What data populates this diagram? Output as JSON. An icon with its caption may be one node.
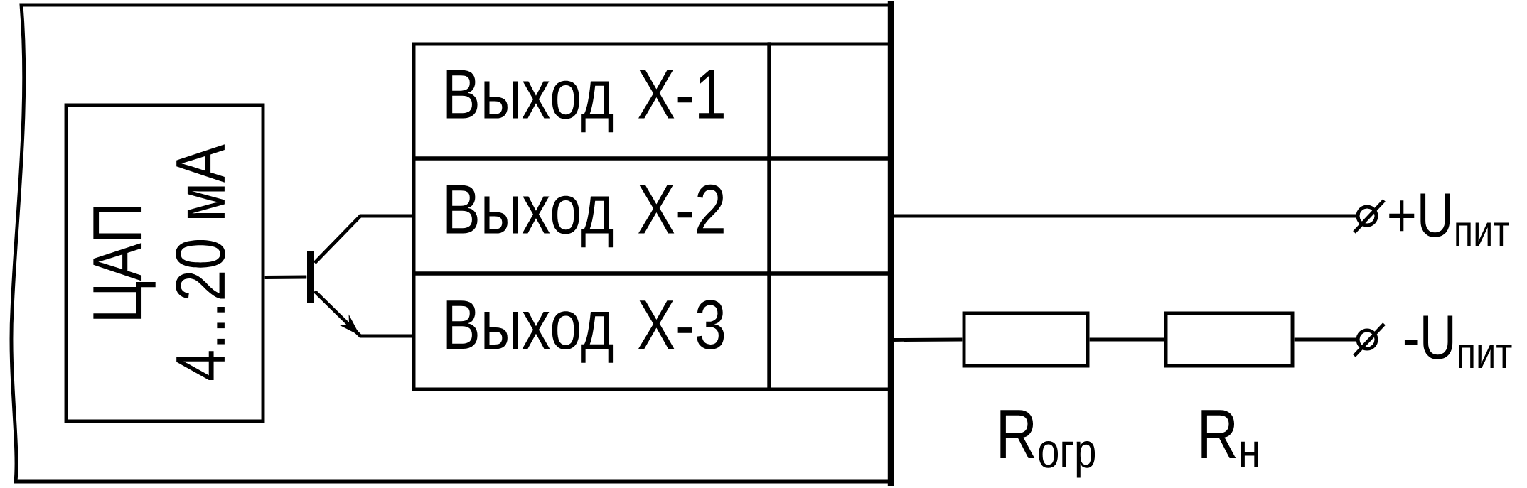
{
  "diagram": {
    "nodes": [
      {
        "text": [],
        "shape": "box"
      },
      {
        "text": [
          "ЦАП",
          "4...20 мА"
        ],
        "in": 0
      },
      {
        "text": [],
        "shape": "transistor",
        "in": 0
      },
      {
        "text": [
          "Выход Х-1"
        ],
        "in": 0
      },
      {
        "text": [
          "Выход Х-2"
        ],
        "in": 0
      },
      {
        "text": [
          "Выход Х-3"
        ],
        "in": 0
      },
      {
        "text": [],
        "shape": "box",
        "in": 0
      },
      {
        "text": [],
        "shape": "box",
        "in": 0
      },
      {
        "text": [],
        "shape": "box",
        "in": 0
      },
      {
        "text": [],
        "shape": "circle",
        "beside": [
          "+U$_{пит}$"
        ]
      },
      {
        "text": [],
        "shape": "circle",
        "beside": [
          "-U$_{пит}$"
        ]
      },
      {
        "text": [],
        "shape": "box",
        "beside": [
          "R$_{огр}$"
        ]
      },
      {
        "text": [],
        "shape": "box",
        "beside": [
          "R$_{н}$"
        ]
      }
    ],
    "edges": [
      {
        "from": 1,
        "to": 2,
        "arrow": "none"
      },
      {
        "from": 2,
        "to": 4,
        "arrow": "none"
      },
      {
        "from": 2,
        "to": 5,
        "arrow": "to"
      },
      {
        "from": 7,
        "to": 9,
        "arrow": "none"
      },
      {
        "from": 8,
        "to": 11,
        "arrow": "none"
      },
      {
        "from": 11,
        "to": 12,
        "arrow": "none"
      },
      {
        "from": 12,
        "to": 10,
        "arrow": "none"
      }
    ]
  }
}
